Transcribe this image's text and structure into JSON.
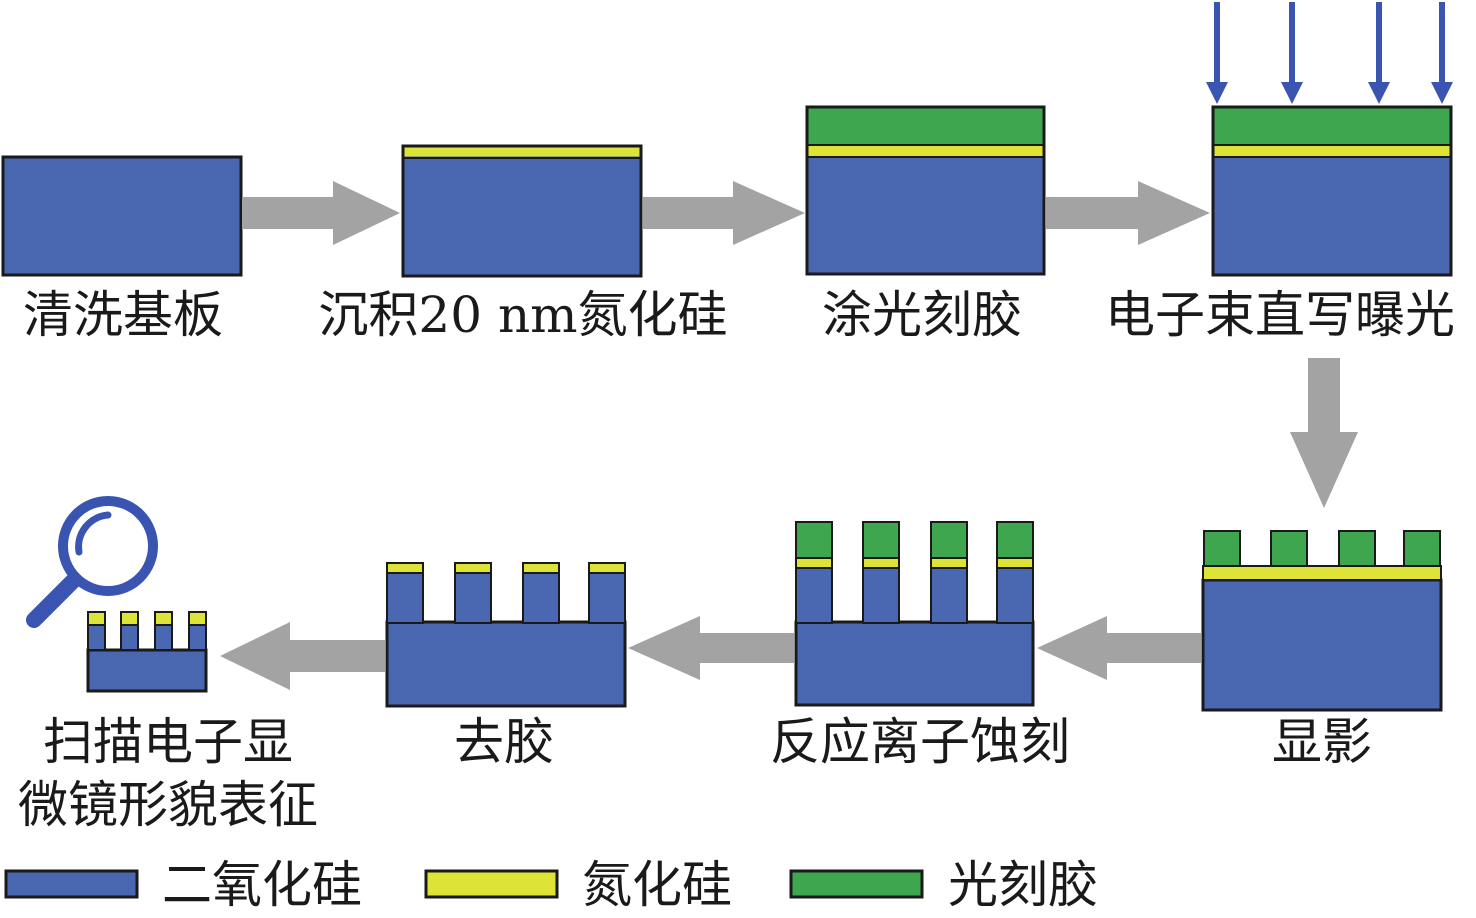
{
  "steps": [
    "清洗基板",
    "沉积20 nm氮化硅",
    "涂光刻胶",
    "电子束直写曝光",
    "显影",
    "反应离子蚀刻",
    "去胶",
    "扫描电子显",
    "微镜形貌表征"
  ],
  "legend": [
    "二氧化硅",
    "氮化硅",
    "光刻胶"
  ],
  "colors": {
    "sio2": "#4a67b1",
    "sin": "#dde337",
    "resist": "#3ea64e",
    "arrow": "#a3a3a3",
    "ebeam": "#3a55b1",
    "magnifier": "#3a55b1",
    "outline": "#1a1a1a"
  },
  "icons": [
    "magnifier-icon",
    "ebeam-arrow-icon"
  ]
}
